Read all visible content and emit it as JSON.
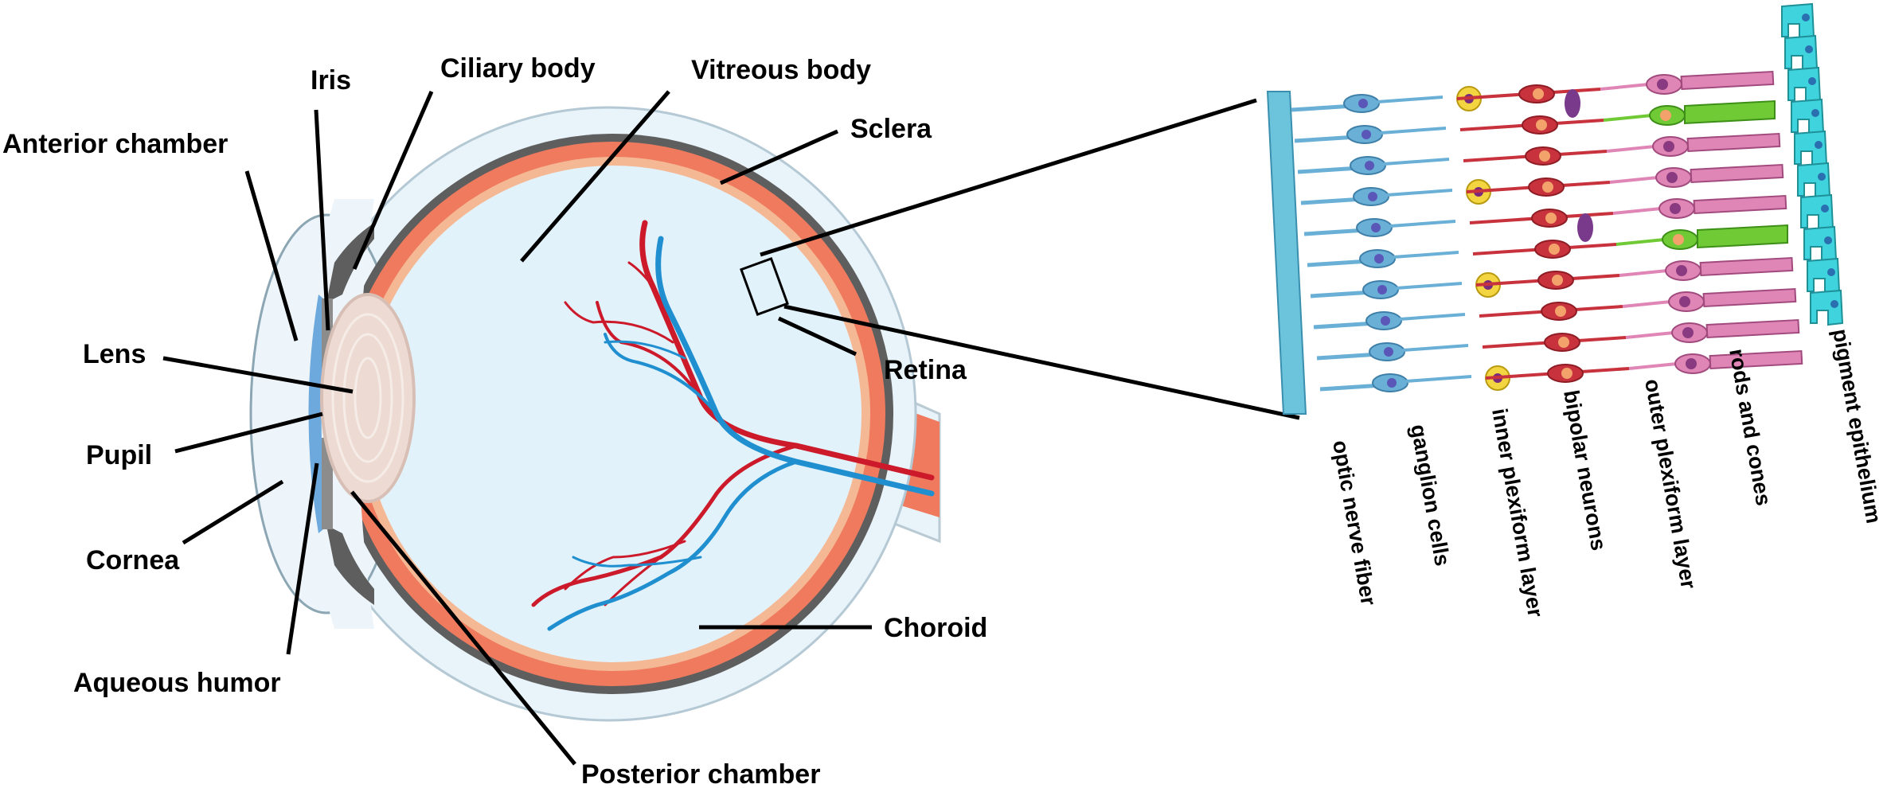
{
  "eye_labels": {
    "iris": "Iris",
    "ciliary_body": "Ciliary body",
    "vitreous_body": "Vitreous body",
    "anterior_chamber": "Anterior chamber",
    "sclera": "Sclera",
    "lens": "Lens",
    "retina": "Retina",
    "pupil": "Pupil",
    "cornea": "Cornea",
    "choroid": "Choroid",
    "aqueous_humor": "Aqueous humor",
    "posterior_chamber": "Posterior chamber"
  },
  "retina_layers": {
    "optic_nerve_fiber": "optic nerve fiber",
    "ganglion_cells": "ganglion cells",
    "inner_plexiform_layer": "inner plexiform layer",
    "bipolar_neurons": "bipolar neurons",
    "outer_plexiform_layer": "outer plexiform layer",
    "rods_and_cones": "rods and cones",
    "pigment_epithelium": "pigment epithelium"
  },
  "colors": {
    "sclera": "#e8f3fa",
    "choroid": "#5e5e5e",
    "retina": "#ef7a5e",
    "vitreous": "#e2f2fb",
    "lens": "#eddbd3",
    "artery": "#cc1a2a",
    "vein": "#1f8fd0",
    "nerve_fiber": "#6cc3dc",
    "ganglion": "#6ab0d6",
    "amacrine": "#f2d541",
    "bipolar": "#c8323c",
    "horizontal": "#7a3a8c",
    "rod": "#df86b6",
    "cone": "#6fca35",
    "pigment": "#3fd3dd"
  }
}
